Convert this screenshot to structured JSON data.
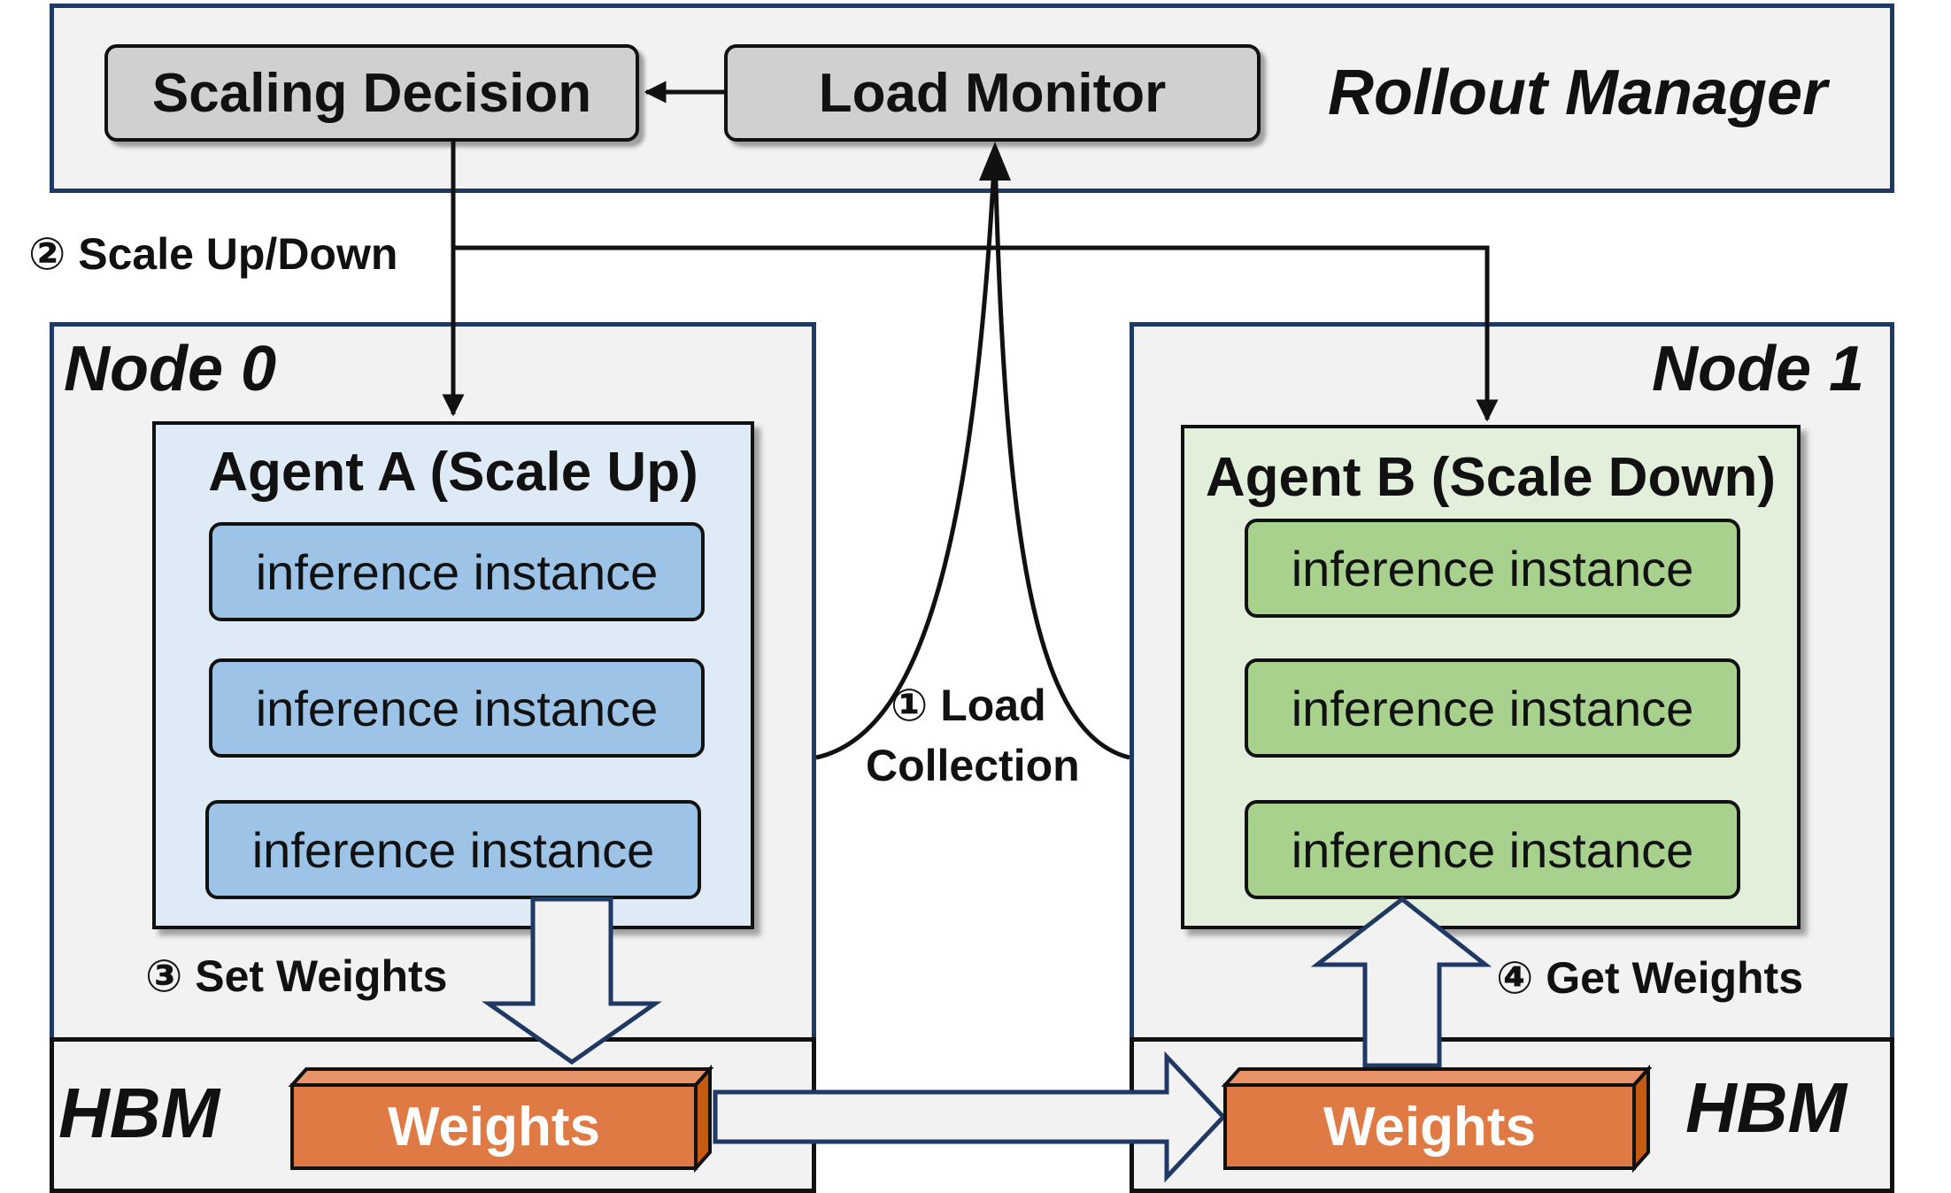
{
  "rollout_manager": {
    "title": "Rollout Manager",
    "scaling_decision": "Scaling Decision",
    "load_monitor": "Load Monitor"
  },
  "node0": {
    "title": "Node 0",
    "agent_title": "Agent A (Scale Up)",
    "instances": [
      "inference instance",
      "inference instance",
      "inference instance"
    ],
    "hbm_label": "HBM",
    "weights_label": "Weights"
  },
  "node1": {
    "title": "Node 1",
    "agent_title": "Agent B (Scale Down)",
    "instances": [
      "inference instance",
      "inference instance",
      "inference instance"
    ],
    "hbm_label": "HBM",
    "weights_label": "Weights"
  },
  "steps": {
    "load_collection_line1": "① Load",
    "load_collection_line2": "Collection",
    "scale_up_down": "② Scale Up/Down",
    "set_weights": "③ Set Weights",
    "get_weights": "④ Get Weights"
  },
  "colors": {
    "region_border": "#1f3864",
    "agent_a_fill": "#deebf7",
    "instance_blue": "#9dc3e6",
    "agent_b_fill": "#e2efda",
    "instance_green": "#a9d18e",
    "weights_fill": "#e07a45",
    "weights_side": "#c55a11"
  }
}
